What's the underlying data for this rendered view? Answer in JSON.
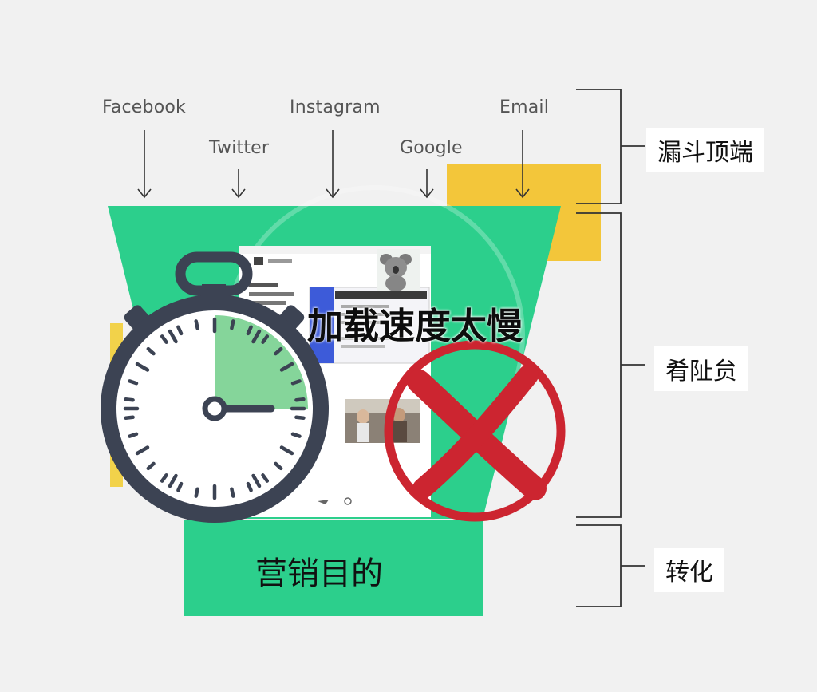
{
  "sources": [
    "Facebook",
    "Twitter",
    "Instagram",
    "Google",
    "Email"
  ],
  "stages": {
    "top": "漏斗顶端",
    "middle": "肴阯贠",
    "bottom": "转化"
  },
  "funnel_bottom_label": "营销目的",
  "overlay_warning": "加载速度太慢",
  "colors": {
    "funnel_green": "#2ccf8c",
    "accent_yellow": "#f3c63a",
    "stopwatch_dark": "#3c4353",
    "stopwatch_fill": "#85d59a",
    "cross_red": "#cc2530"
  },
  "icons": [
    "stopwatch-icon",
    "red-cross-icon",
    "koala-photo",
    "people-photo"
  ]
}
